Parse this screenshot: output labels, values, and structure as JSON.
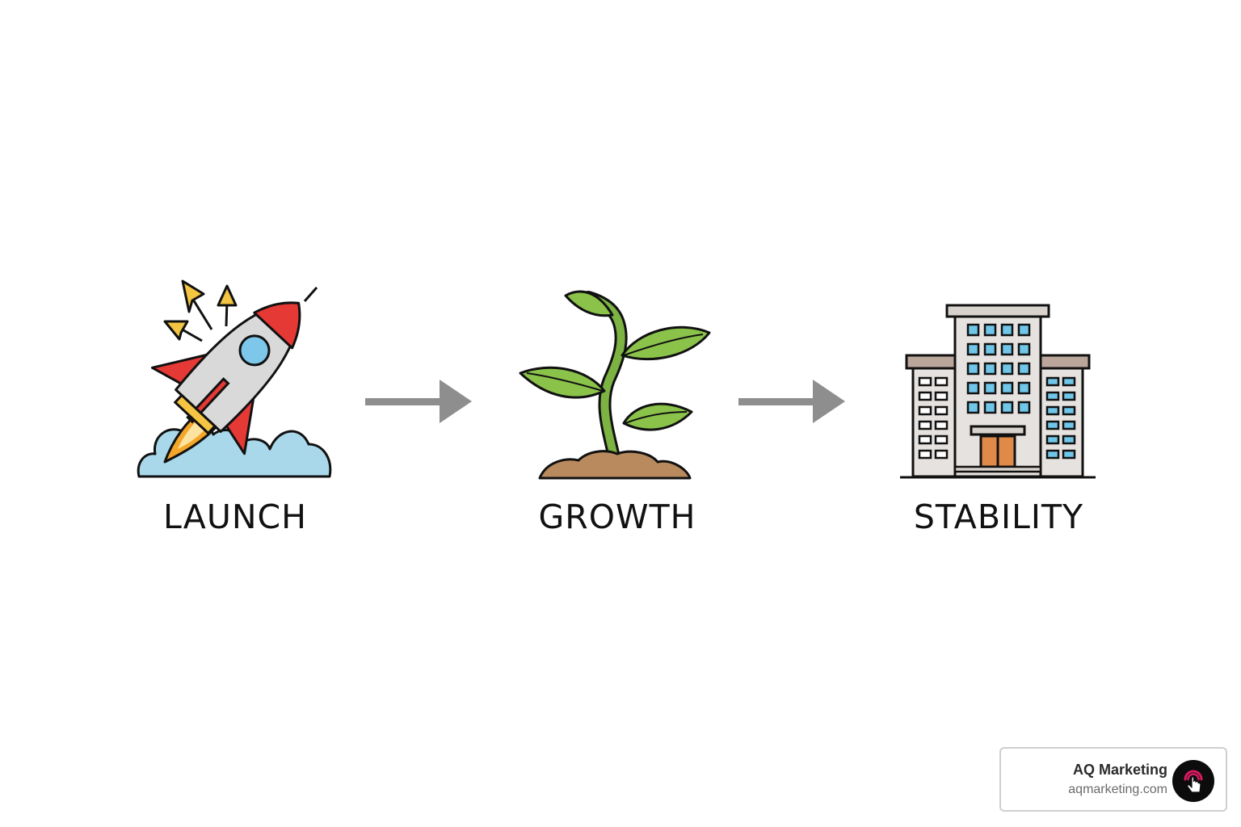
{
  "stages": [
    {
      "label": "LAUNCH",
      "icon": "rocket-icon"
    },
    {
      "label": "GROWTH",
      "icon": "sprout-icon"
    },
    {
      "label": "STABILITY",
      "icon": "building-icon"
    }
  ],
  "arrows": [
    "right-arrow-icon",
    "right-arrow-icon"
  ],
  "brand": {
    "name": "AQ Marketing",
    "url": "aqmarketing.com",
    "logo_icon": "tap-hand-icon"
  },
  "colors": {
    "rocket_body": "#d9d9d9",
    "rocket_fin": "#e53935",
    "flame": "#f4a62a",
    "cloud": "#a8d8ea",
    "leaf": "#8bc34a",
    "soil": "#b98a5e",
    "building": "#e6e2df",
    "window": "#6fc6e8",
    "arrow": "#8e8e8e"
  }
}
